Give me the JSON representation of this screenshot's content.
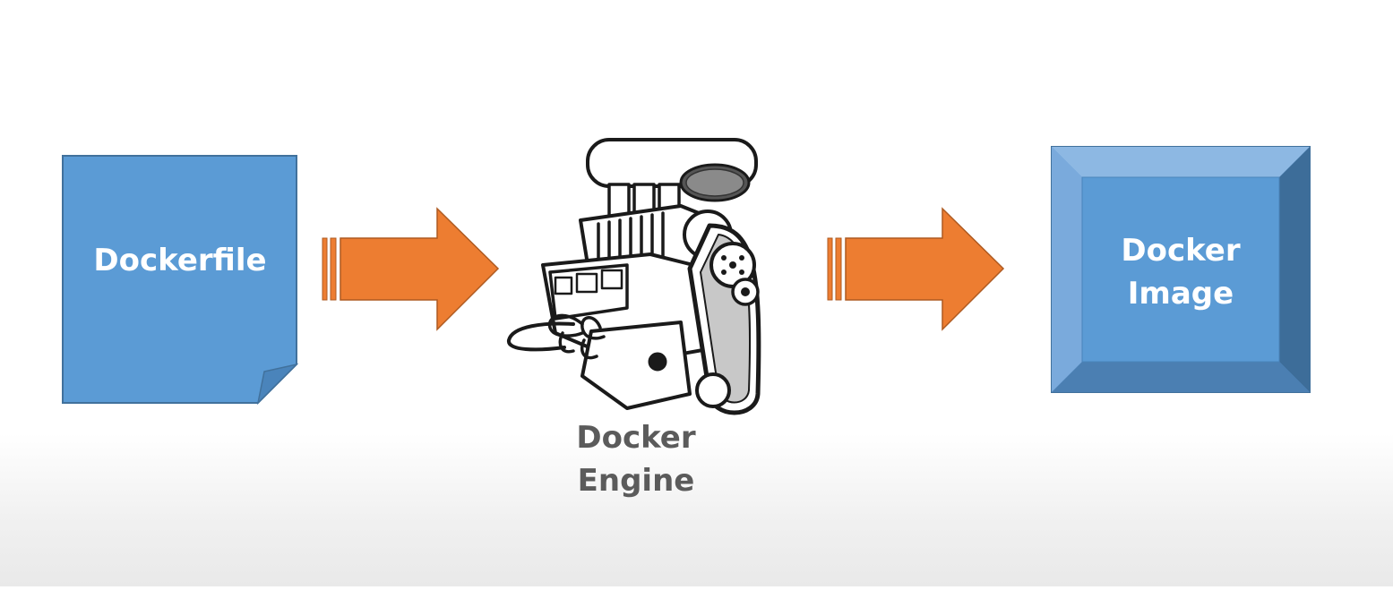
{
  "diagram": {
    "nodes": {
      "dockerfile": {
        "label": "Dockerfile"
      },
      "engine": {
        "label": "Docker\nEngine"
      },
      "image": {
        "label": "Docker\nImage"
      }
    },
    "colors": {
      "box_blue": "#5b9bd5",
      "box_border": "#41719c",
      "arrow_orange": "#ed7d31",
      "arrow_border": "#ae5a21",
      "engine_label": "#5b5b5b"
    },
    "icons": {
      "engine": "engine-icon"
    }
  }
}
